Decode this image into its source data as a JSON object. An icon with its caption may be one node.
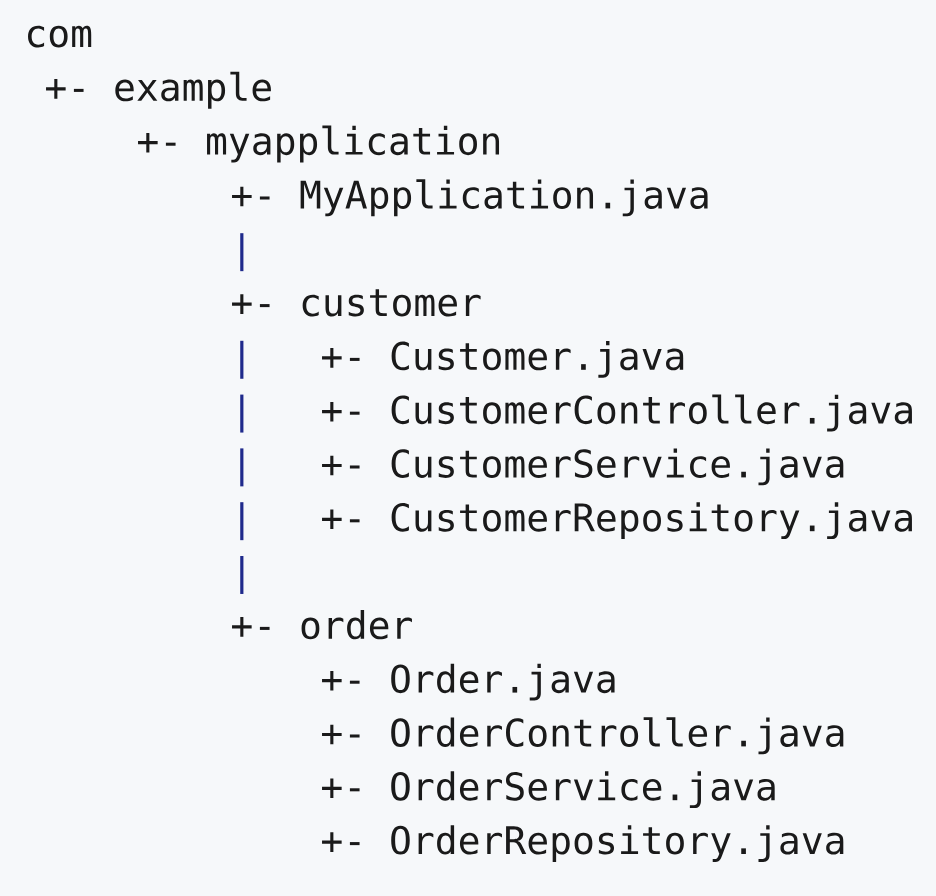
{
  "diagram": {
    "labels": [
      "com",
      "+- example",
      "+- myapplication",
      "+- MyApplication.java",
      "|",
      "+- customer",
      "|",
      "+- Customer.java",
      "|",
      "+- CustomerController.java",
      "|",
      "+- CustomerService.java",
      "|",
      "+- CustomerRepository.java",
      "|",
      "+- order",
      "+- Order.java",
      "+- OrderController.java",
      "+- OrderService.java",
      "+- OrderRepository.java"
    ]
  }
}
